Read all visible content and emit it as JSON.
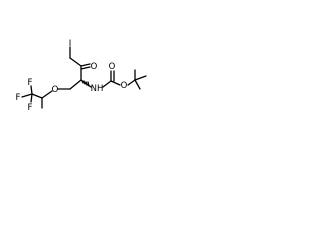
{
  "molecule": {
    "atoms": {
      "iodine": "I",
      "carbonyl_oxygen": "O",
      "ether_oxygen": "O",
      "amide_nitrogen": "NH",
      "carbamate_carbonyl_oxygen": "O",
      "carbamate_ester_oxygen": "O",
      "fluorine_1": "F",
      "fluorine_2": "F",
      "fluorine_3": "F"
    },
    "stereo": "wedge-dash bond at chiral carbon",
    "colors": {
      "bond": "#000000",
      "label": "#000000",
      "background": "#ffffff"
    }
  }
}
